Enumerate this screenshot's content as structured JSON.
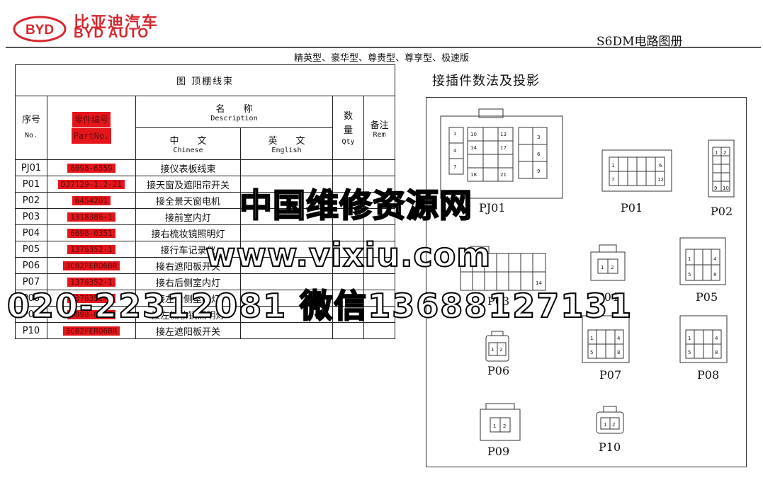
{
  "header": {
    "logo_text": "BYD",
    "brand_cn": "比亚迪汽车",
    "brand_en": "BYD AUTO",
    "doc_title": "S6DM电路图册"
  },
  "subtitle": "精英型、豪华型、尊贵型、尊享型、极速版",
  "table": {
    "title": "图 顶棚线束",
    "headers": {
      "seq_cn": "序号",
      "seq_en": "No.",
      "part_cn": "零件编号",
      "part_en": "PartNo.",
      "name_cn": "名　　称",
      "name_en": "Description",
      "chinese_cn": "中　　文",
      "chinese_en": "Chinese",
      "english_cn": "英　　文",
      "english_en": "English",
      "qty_cn": "数量",
      "qty_en": "Qty",
      "rem_cn": "备注",
      "rem_en": "Rem"
    },
    "rows": [
      {
        "no": "PJ01",
        "part": "6098-6559",
        "chinese": "接仪表板线束",
        "english": "",
        "qty": "",
        "rem": ""
      },
      {
        "no": "P01",
        "part": "DJ7129-1.2-21",
        "chinese": "接天窗及遮阳帘开关",
        "english": "",
        "qty": "",
        "rem": ""
      },
      {
        "no": "P02",
        "part": "6454201",
        "chinese": "接全景天窗电机",
        "english": "",
        "qty": "",
        "rem": ""
      },
      {
        "no": "P03",
        "part": "1318386-1",
        "chinese": "接前室内灯",
        "english": "",
        "qty": "",
        "rem": ""
      },
      {
        "no": "P04",
        "part": "6098-0351",
        "chinese": "接右梳妆镜照明灯",
        "english": "",
        "qty": "",
        "rem": ""
      },
      {
        "no": "P05",
        "part": "1376352-1",
        "chinese": "接行车记录仪",
        "english": "",
        "qty": "",
        "rem": ""
      },
      {
        "no": "P06",
        "part": "3C02FERO6BR",
        "chinese": "接右遮阳板开关",
        "english": "",
        "qty": "",
        "rem": ""
      },
      {
        "no": "P07",
        "part": "1376352-1",
        "chinese": "接右后侧室内灯",
        "english": "",
        "qty": "",
        "rem": ""
      },
      {
        "no": "P08",
        "part": "1376352-1",
        "chinese": "接左后侧室内灯",
        "english": "",
        "qty": "",
        "rem": ""
      },
      {
        "no": "P09",
        "part": "6098-0351",
        "chinese": "接左梳妆镜照明灯",
        "english": "",
        "qty": "",
        "rem": ""
      },
      {
        "no": "P10",
        "part": "3C02FERO6BR",
        "chinese": "接左遮阳板开关",
        "english": "",
        "qty": "",
        "rem": ""
      }
    ]
  },
  "connectors": {
    "title": "接插件数法及投影",
    "labels": {
      "pj01": "PJ01",
      "p01": "P01",
      "p02": "P02",
      "p03": "P03",
      "p04": "P04",
      "p05": "P05",
      "p06": "P06",
      "p07": "P07",
      "p08": "P08",
      "p09": "P09",
      "p10": "P10"
    },
    "pin_numbers": {
      "pj01_left": [
        "1",
        "4",
        "7"
      ],
      "pj01_mid": [
        "10",
        "13",
        "14",
        "17",
        "18",
        "21"
      ],
      "pj01_right": [
        "3",
        "6",
        "9"
      ],
      "p01": [
        "1",
        "6",
        "7",
        "12"
      ],
      "p02": [
        "1",
        "2",
        "9",
        "10"
      ],
      "p03": [
        "1",
        "14"
      ],
      "p04": [
        "1",
        "2"
      ],
      "p05": [
        "1",
        "4",
        "5",
        "8"
      ],
      "p06": [
        "1",
        "2"
      ],
      "p07": [
        "1",
        "4",
        "5",
        "8"
      ],
      "p08": [
        "1",
        "4",
        "5",
        "8"
      ],
      "p09": [
        "1",
        "2"
      ],
      "p10": [
        "1",
        "2"
      ]
    }
  },
  "watermark": {
    "line1": "中国维修资源网",
    "line2": "www.vixiu.com",
    "line3": "020-22312081  微信13688127131"
  },
  "colors": {
    "brand_red": "#d7282f",
    "highlight_red": "#e4151b"
  }
}
